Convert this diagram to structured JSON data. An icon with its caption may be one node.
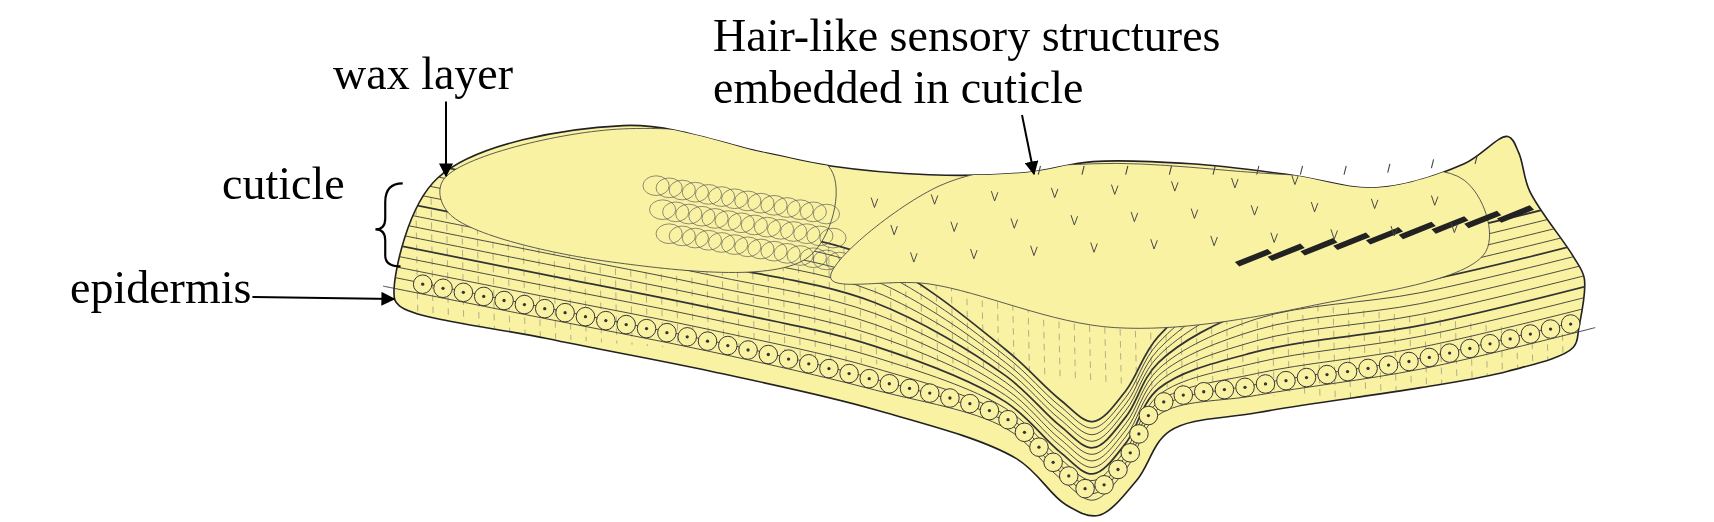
{
  "diagram": {
    "nodes": [
      {
        "text": [
          "wax layer"
        ]
      },
      {
        "text": [
          "Hair-like sensory structures embedded in cuticle"
        ]
      },
      {
        "text": [
          "epidermis"
        ]
      }
    ],
    "edges": [
      {
        "from": 0,
        "to": null,
        "arrow": "to"
      },
      {
        "from": 1,
        "to": null,
        "arrow": "to"
      },
      {
        "from": 2,
        "to": null,
        "arrow": "to"
      }
    ],
    "labels": [
      "cuticle"
    ]
  }
}
